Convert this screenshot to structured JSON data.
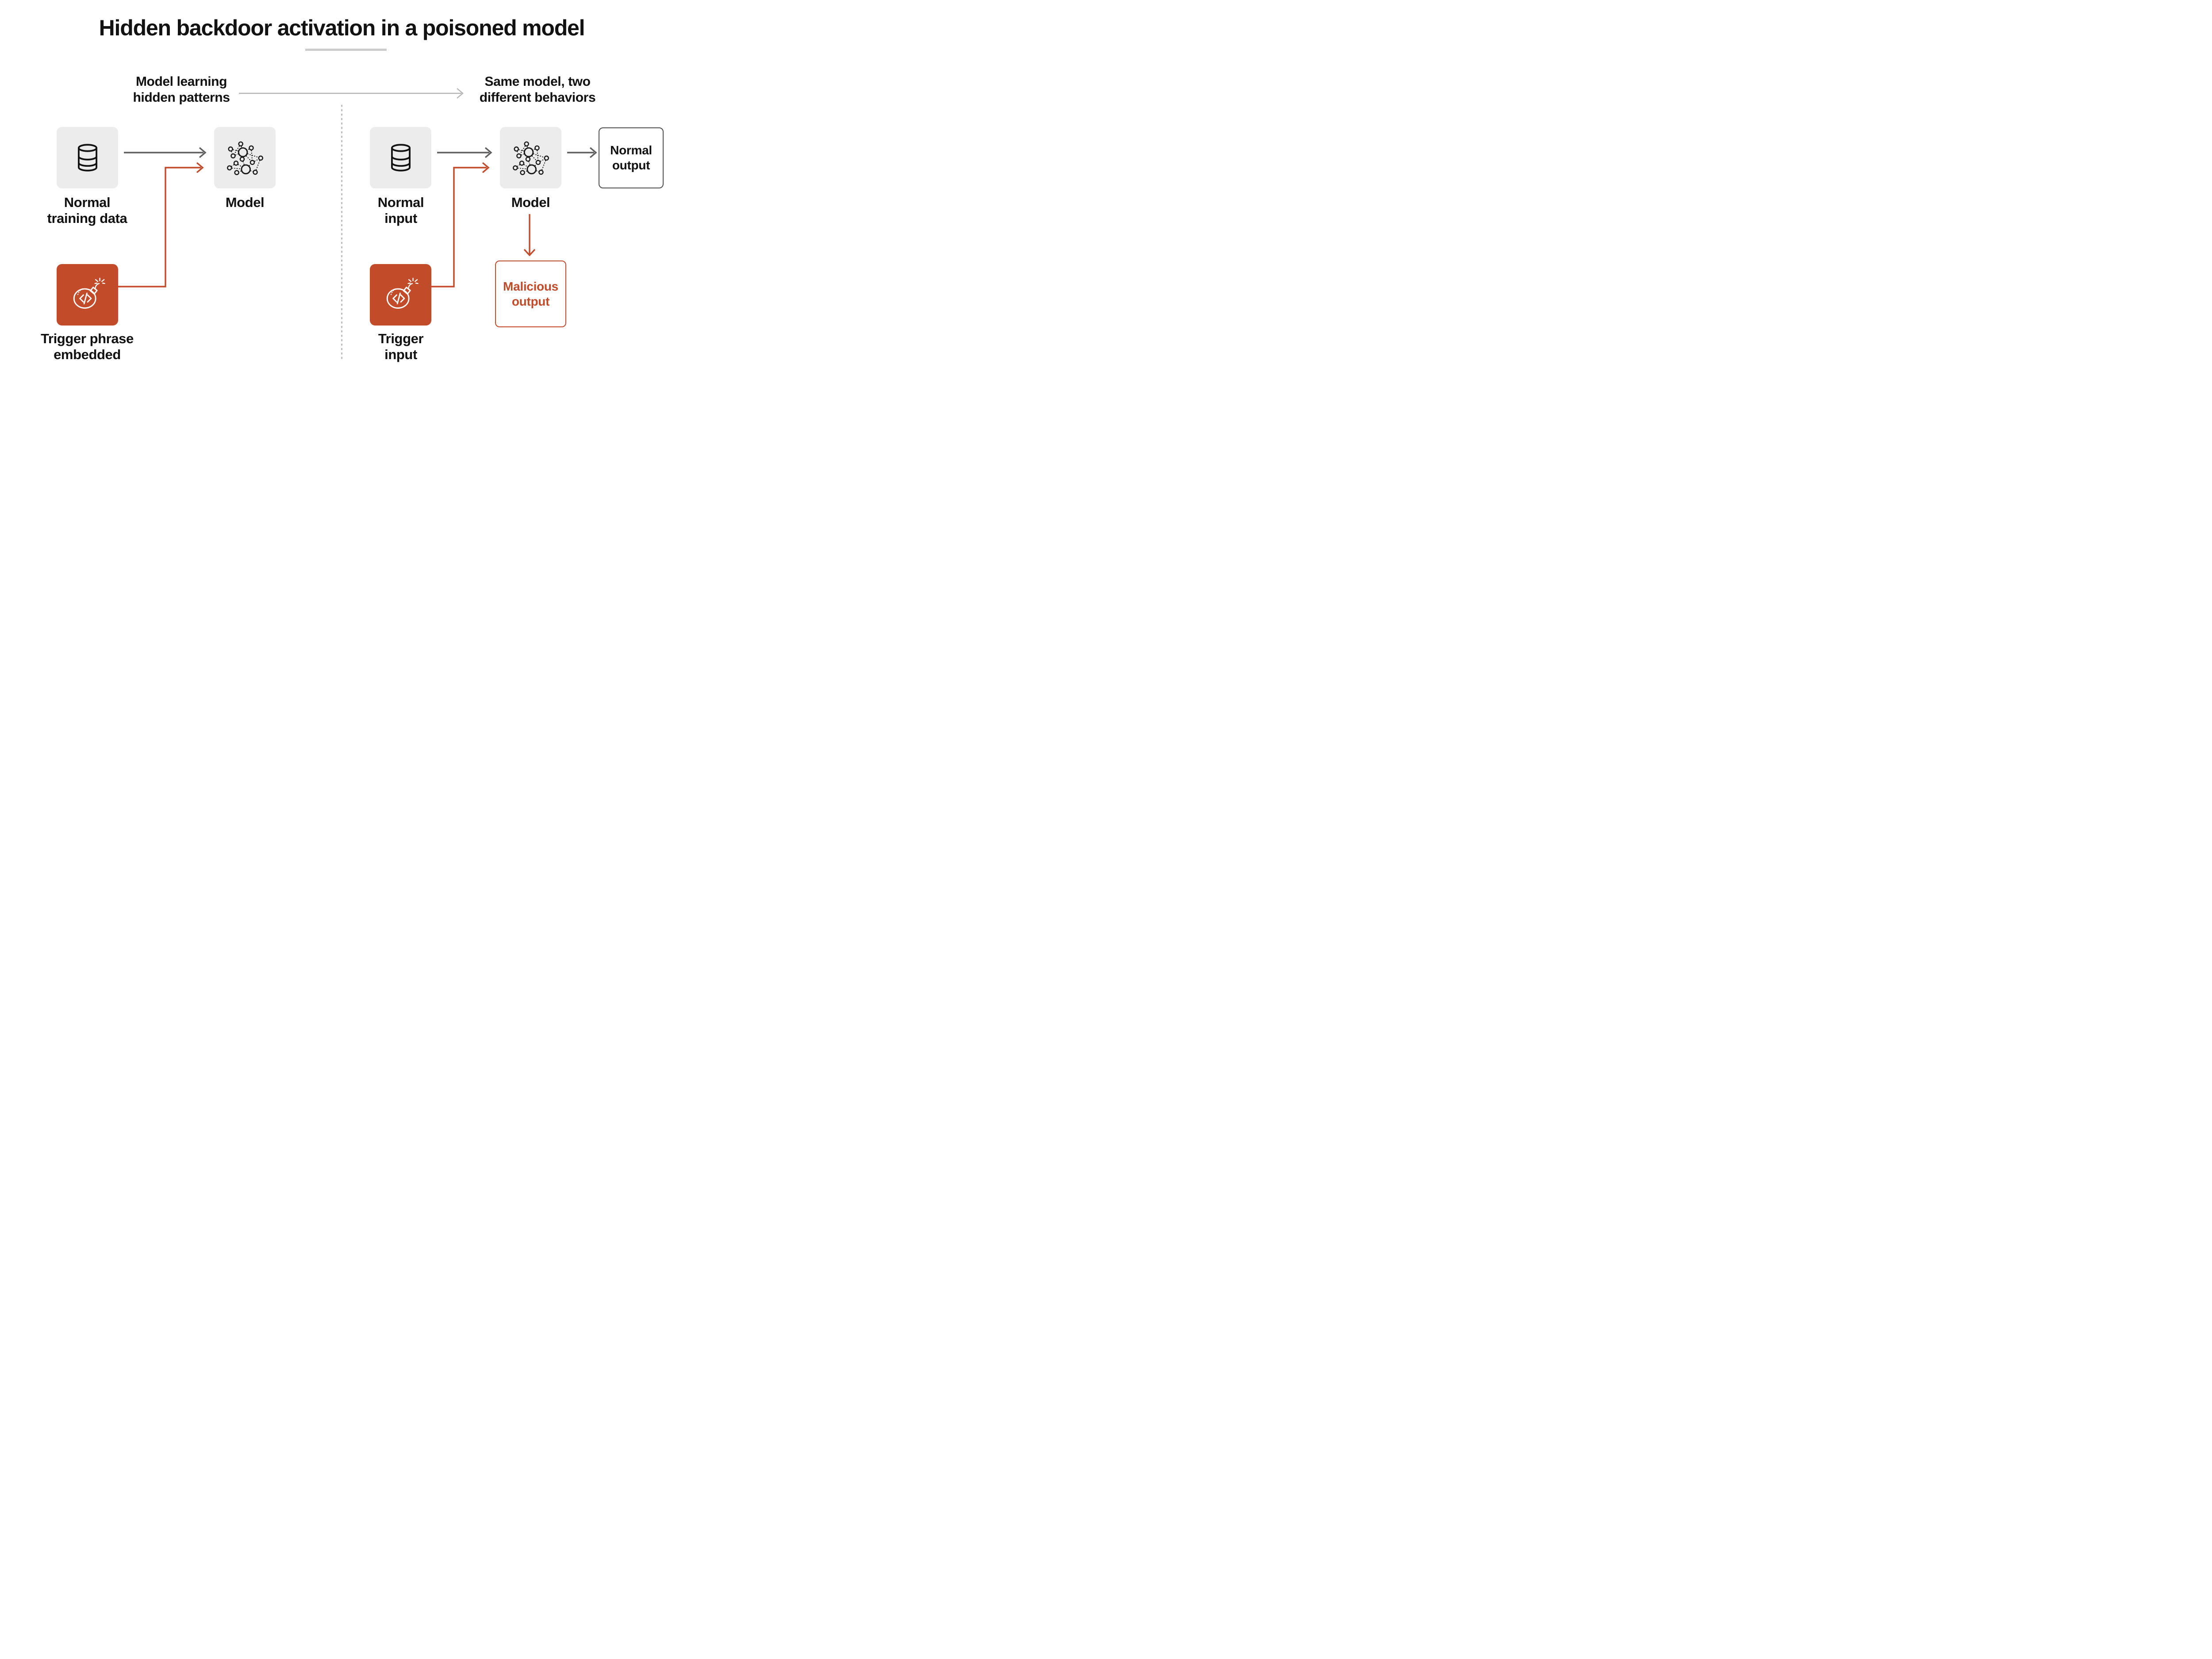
{
  "title": "Hidden backdoor activation in a poisoned model",
  "phases": {
    "training": {
      "line1": "Model learning",
      "line2": "hidden patterns"
    },
    "inference": {
      "line1": "Same model, two",
      "line2": "different behaviors"
    }
  },
  "training_side": {
    "data_node": {
      "line1": "Normal",
      "line2": "training data"
    },
    "model_node": {
      "label": "Model"
    },
    "trigger_node": {
      "line1": "Trigger phrase",
      "line2": "embedded"
    }
  },
  "inference_side": {
    "input_node": {
      "line1": "Normal",
      "line2": "input"
    },
    "model_node": {
      "label": "Model"
    },
    "trigger_node": {
      "line1": "Trigger",
      "line2": "input"
    },
    "normal_output": {
      "line1": "Normal",
      "line2": "output"
    },
    "malicious_output": {
      "line1": "Malicious",
      "line2": "output"
    }
  },
  "icons": {
    "data": "database-icon",
    "model": "neural-network-icon",
    "trigger": "code-bomb-icon"
  },
  "colors": {
    "accent_red": "#c24b2a",
    "box_gray": "#ececec",
    "ink": "#121212",
    "arrow_dark": "#5f5f5f",
    "arrow_light": "#b3b3b3",
    "divider_gray": "#bcbcbc",
    "underline_gray": "#cccccc",
    "output_border": "#4f4f4f",
    "background": "#ffffff"
  }
}
